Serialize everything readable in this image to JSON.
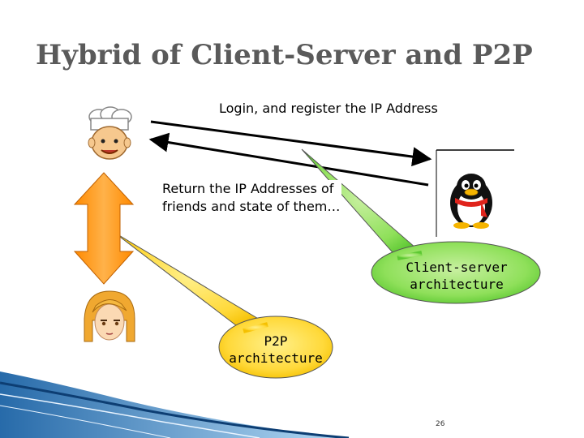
{
  "slide": {
    "title": "Hybrid of Client-Server and P2P",
    "login_label": "Login, and register the IP Address",
    "return_label_line1": "Return the IP Addresses of",
    "return_label_line2": "friends and state of them…",
    "client_server_line1": "Client-server",
    "client_server_line2": "architecture",
    "p2p_line1": "P2P",
    "p2p_line2": "architecture",
    "page_number": "26"
  },
  "icons": {
    "client_top": "chef-avatar-icon",
    "client_bottom": "blonde-girl-avatar-icon",
    "server": "qq-penguin-icon",
    "p2p_link": "double-headed-orange-arrow-icon"
  },
  "colors": {
    "callout_client_server": "#66dd44",
    "callout_p2p": "#ffd21f",
    "p2p_arrow": "#ff9a1a",
    "title_text": "#5a5a5a",
    "decor_wave": "#1c6fb5"
  }
}
